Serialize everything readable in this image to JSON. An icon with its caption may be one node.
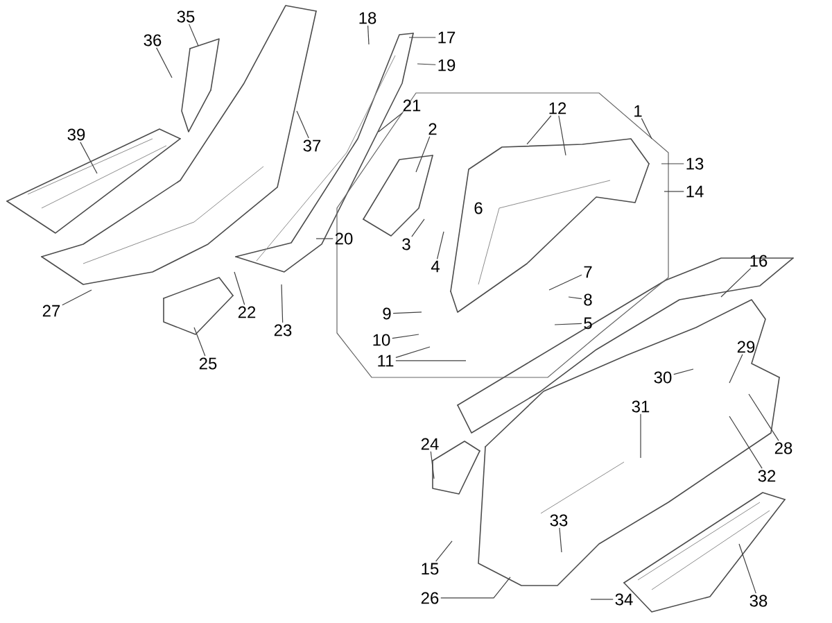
{
  "diagram": {
    "nodes": [
      {
        "text": [
          "1"
        ]
      },
      {
        "text": [
          "2"
        ]
      },
      {
        "text": [
          "3"
        ]
      },
      {
        "text": [
          "4"
        ]
      },
      {
        "text": [
          "5"
        ]
      },
      {
        "text": [
          "6"
        ]
      },
      {
        "text": [
          "7"
        ]
      },
      {
        "text": [
          "8"
        ]
      },
      {
        "text": [
          "9"
        ]
      },
      {
        "text": [
          "10"
        ]
      },
      {
        "text": [
          "11"
        ]
      },
      {
        "text": [
          "12"
        ]
      },
      {
        "text": [
          "13"
        ]
      },
      {
        "text": [
          "14"
        ]
      },
      {
        "text": [
          "15"
        ]
      },
      {
        "text": [
          "16"
        ]
      },
      {
        "text": [
          "17"
        ]
      },
      {
        "text": [
          "18"
        ]
      },
      {
        "text": [
          "19"
        ]
      },
      {
        "text": [
          "20"
        ]
      },
      {
        "text": [
          "21"
        ]
      },
      {
        "text": [
          "22"
        ]
      },
      {
        "text": [
          "23"
        ]
      },
      {
        "text": [
          "24"
        ]
      },
      {
        "text": [
          "25"
        ]
      },
      {
        "text": [
          "26"
        ]
      },
      {
        "text": [
          "27"
        ]
      },
      {
        "text": [
          "28"
        ]
      },
      {
        "text": [
          "29"
        ]
      },
      {
        "text": [
          "30"
        ]
      },
      {
        "text": [
          "31"
        ]
      },
      {
        "text": [
          "32"
        ]
      },
      {
        "text": [
          "33"
        ]
      },
      {
        "text": [
          "34"
        ]
      },
      {
        "text": [
          "35"
        ]
      },
      {
        "text": [
          "36"
        ]
      },
      {
        "text": [
          "37"
        ]
      },
      {
        "text": [
          "38"
        ]
      },
      {
        "text": [
          "39"
        ]
      }
    ],
    "edges": [
      {
        "from": 0,
        "to": null,
        "arrow": "none"
      },
      {
        "from": 1,
        "to": null,
        "arrow": "none"
      },
      {
        "from": 2,
        "to": null,
        "arrow": "none"
      },
      {
        "from": 3,
        "to": null,
        "arrow": "none"
      },
      {
        "from": 4,
        "to": null,
        "arrow": "none"
      },
      {
        "from": 6,
        "to": null,
        "arrow": "none"
      },
      {
        "from": 7,
        "to": null,
        "arrow": "none"
      },
      {
        "from": 8,
        "to": null,
        "arrow": "none"
      },
      {
        "from": 9,
        "to": null,
        "arrow": "none"
      },
      {
        "from": 10,
        "to": null,
        "arrow": "none"
      },
      {
        "from": 10,
        "to": null,
        "arrow": "none"
      },
      {
        "from": 11,
        "to": null,
        "arrow": "none"
      },
      {
        "from": 11,
        "to": null,
        "arrow": "none"
      },
      {
        "from": 12,
        "to": null,
        "arrow": "none"
      },
      {
        "from": 13,
        "to": null,
        "arrow": "none"
      },
      {
        "from": 14,
        "to": null,
        "arrow": "none"
      },
      {
        "from": 15,
        "to": null,
        "arrow": "none"
      },
      {
        "from": 16,
        "to": null,
        "arrow": "none"
      },
      {
        "from": 17,
        "to": null,
        "arrow": "none"
      },
      {
        "from": 18,
        "to": null,
        "arrow": "none"
      },
      {
        "from": 19,
        "to": null,
        "arrow": "none"
      },
      {
        "from": 20,
        "to": null,
        "arrow": "none"
      },
      {
        "from": 21,
        "to": null,
        "arrow": "none"
      },
      {
        "from": 22,
        "to": null,
        "arrow": "none"
      },
      {
        "from": 23,
        "to": null,
        "arrow": "none"
      },
      {
        "from": 24,
        "to": null,
        "arrow": "none"
      },
      {
        "from": 25,
        "to": null,
        "arrow": "none"
      },
      {
        "from": 26,
        "to": null,
        "arrow": "none"
      },
      {
        "from": 27,
        "to": null,
        "arrow": "none"
      },
      {
        "from": 28,
        "to": null,
        "arrow": "none"
      },
      {
        "from": 29,
        "to": null,
        "arrow": "none"
      },
      {
        "from": 30,
        "to": null,
        "arrow": "none"
      },
      {
        "from": 31,
        "to": null,
        "arrow": "none"
      },
      {
        "from": 32,
        "to": null,
        "arrow": "none"
      },
      {
        "from": 33,
        "to": null,
        "arrow": "none"
      },
      {
        "from": 34,
        "to": null,
        "arrow": "none"
      },
      {
        "from": 35,
        "to": null,
        "arrow": "none"
      },
      {
        "from": 36,
        "to": null,
        "arrow": "none"
      },
      {
        "from": 37,
        "to": null,
        "arrow": "none"
      },
      {
        "from": 38,
        "to": null,
        "arrow": "none"
      }
    ]
  }
}
